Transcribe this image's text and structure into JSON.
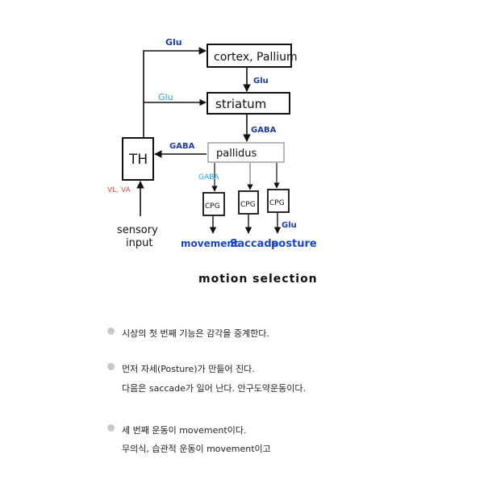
{
  "diagram": {
    "nodes": {
      "cortex": "cortex, Pallium",
      "striatum": "striatum",
      "pallidus": "pallidus",
      "th": "TH",
      "cpg1": "CPG",
      "cpg2": "CPG",
      "cpg3": "CPG"
    },
    "edge_labels": {
      "th_to_cortex": "Glu",
      "cortex_to_striatum": "Glu",
      "th_to_striatum": "Glu",
      "striatum_to_pallidus": "GABA",
      "pallidus_to_th": "GABA",
      "pallidus_to_cpg": "GABA",
      "cpg3_to_posture": "Glu",
      "input_to_th": "VL, VA"
    },
    "outputs": {
      "sensory": "sensory",
      "input": "input",
      "movement": "movement",
      "saccade": "Saccade",
      "posture": "posture"
    },
    "caption": "motion selection"
  },
  "text": {
    "line1": "시상의 첫 번째 기능은 감각을 중계한다.",
    "line2": "먼저 자세(Posture)가 만들어 진다.",
    "line3": "다음은 saccade가 일어 난다. 안구도약운동이다.",
    "line4": "세 번째 운동이 movement이다.",
    "line5": "무의식, 습관적 운동이 movement이고"
  },
  "colors": {
    "ink": "#111111",
    "glu_dark": "#1f3c9e",
    "glu_light": "#2aa0d8",
    "gaba": "#1f3c9e",
    "vlva": "#d8503c",
    "output_blue": "#1a46c8"
  }
}
